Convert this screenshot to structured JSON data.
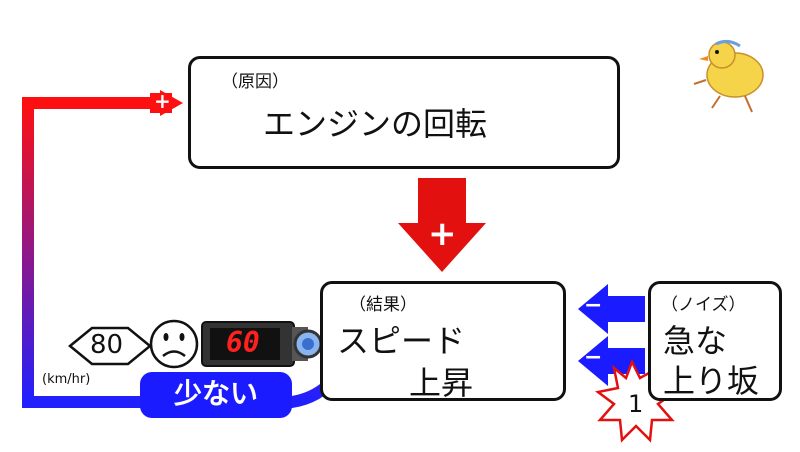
{
  "cause_box": {
    "label": "（原因）",
    "title": "エンジンの回転",
    "arrow_dir": "up",
    "arrow_color": "#e31010"
  },
  "result_box": {
    "label": "（結果）",
    "title_line1": "スピード",
    "title_line2": "上昇",
    "arrow_dir": "down",
    "arrow_color": "#1010e0"
  },
  "noise_box": {
    "label": "（ノイズ）",
    "title_line1": "急な",
    "title_line2": "上り坂"
  },
  "signs": {
    "plus_main": "+",
    "plus_loop": "+",
    "minus_top": "−",
    "minus_bottom": "−"
  },
  "speed_sign": {
    "value": "80",
    "unit": "(km/hr)"
  },
  "speedometer": {
    "value": "60"
  },
  "status_pill": {
    "text": "少ない"
  },
  "burst": {
    "number": "1"
  },
  "colors": {
    "red": "#e31010",
    "blue": "#1b1bff",
    "loop_gradient_top": "#ff1010",
    "loop_gradient_bottom": "#2020ff"
  },
  "icons": [
    "sad-face-icon",
    "speedometer-camera-icon",
    "chick-icon",
    "starburst-icon"
  ]
}
